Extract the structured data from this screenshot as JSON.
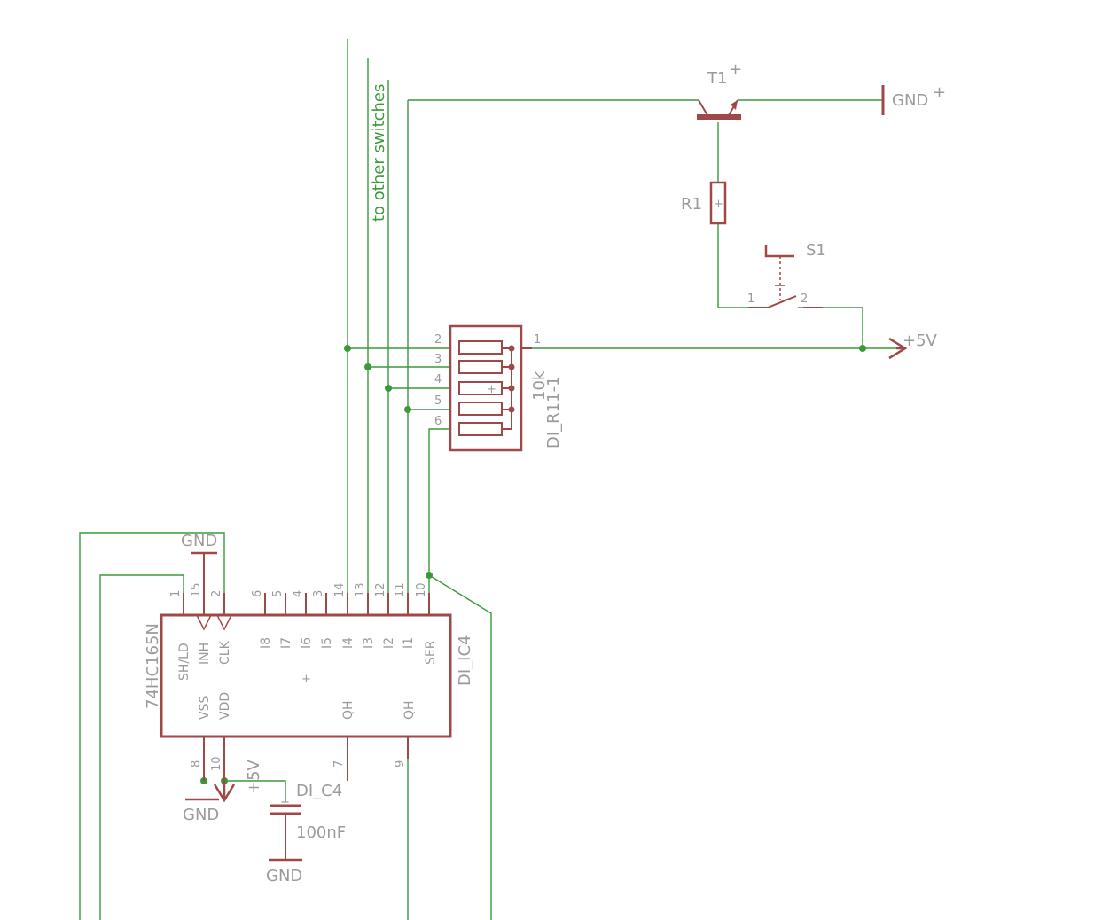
{
  "transistor": {
    "name": "T1"
  },
  "gnd_top": {
    "label": "GND"
  },
  "resistor": {
    "name": "R1"
  },
  "switch": {
    "name": "S1",
    "pin1": "1",
    "pin2": "2"
  },
  "vcc_right": {
    "label": "+5V"
  },
  "net_label": "to other switches",
  "rnet": {
    "value": "10k",
    "name": "DI_R11-1",
    "left_pins": [
      "2",
      "3",
      "4",
      "5",
      "6"
    ],
    "right_pin": "1"
  },
  "ic": {
    "part": "74HC165N",
    "name": "DI_IC4",
    "top_pins": [
      "1",
      "15",
      "2",
      "6",
      "5",
      "4",
      "3",
      "14",
      "13",
      "12",
      "11",
      "10"
    ],
    "top_pin_names": [
      "SH/LD",
      "INH",
      "CLK",
      "I8",
      "I7",
      "I6",
      "I5",
      "I4",
      "I3",
      "I2",
      "I1",
      "SER"
    ],
    "bottom_pins": [
      "8",
      "10",
      "7",
      "9"
    ],
    "bottom_pin_names": [
      "VSS",
      "VDD",
      "QH",
      "QH"
    ],
    "gnd_label": "GND"
  },
  "bottom_supply": {
    "gnd_left": "GND",
    "vcc": "+5V",
    "cap_name": "DI_C4",
    "cap_value": "100nF",
    "gnd_cap": "GND"
  }
}
